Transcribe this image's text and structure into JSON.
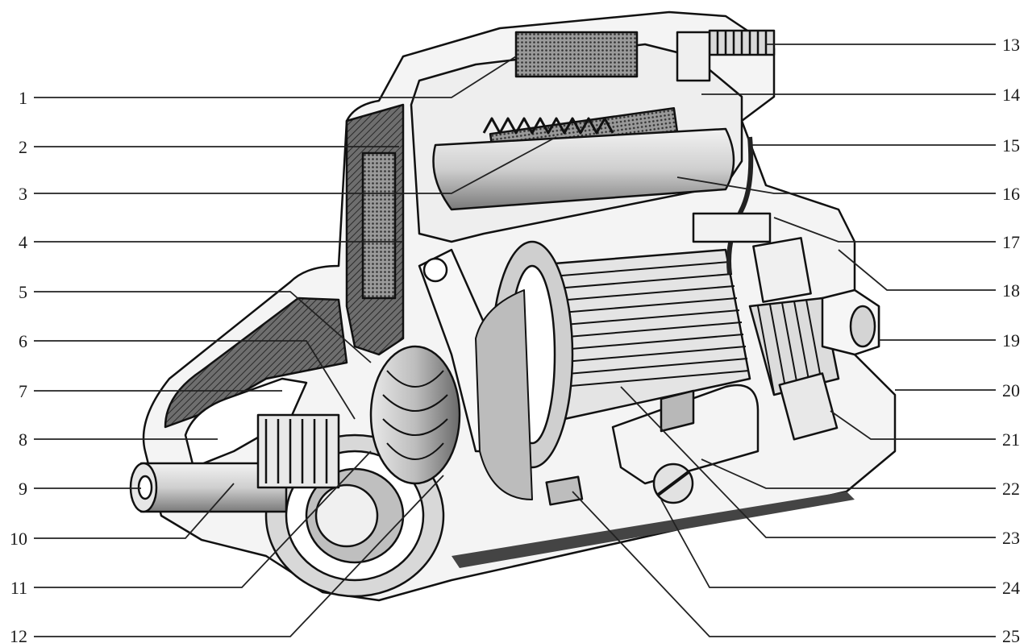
{
  "diagram": {
    "subject": "cutaway-starter-motor",
    "left_labels": [
      "1",
      "2",
      "3",
      "4",
      "5",
      "6",
      "7",
      "8",
      "9",
      "10",
      "11",
      "12"
    ],
    "right_labels": [
      "13",
      "14",
      "15",
      "16",
      "17",
      "18",
      "19",
      "20",
      "21",
      "22",
      "23",
      "24",
      "25"
    ]
  }
}
